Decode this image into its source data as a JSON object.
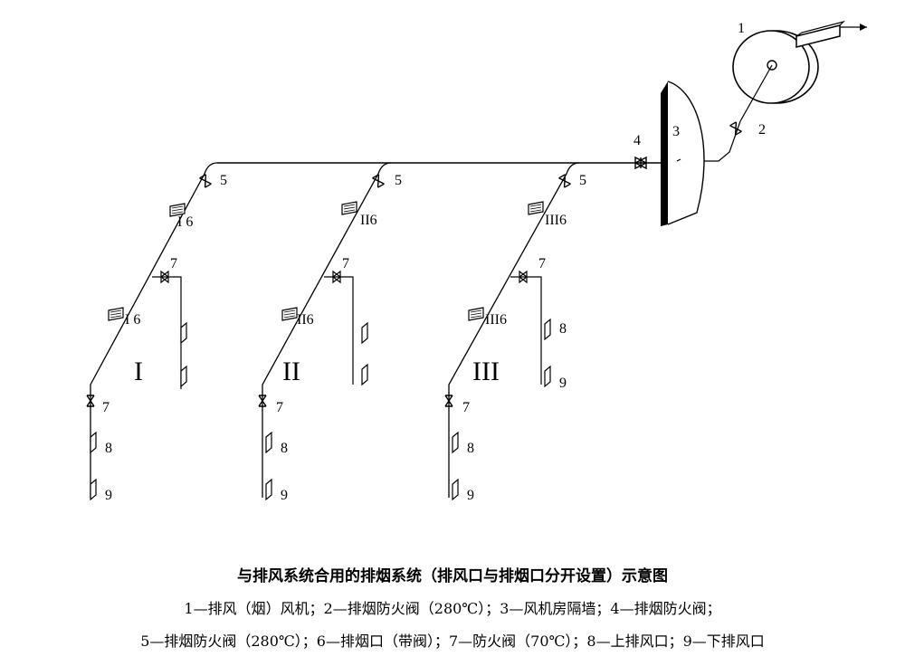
{
  "labels": {
    "fan": "1",
    "fan_damper": "2",
    "wall": "3",
    "main_damper": "4",
    "branch_damper": "5",
    "smoke_outlet": "6",
    "fire_damper": "7",
    "upper_vent": "8",
    "lower_vent": "9"
  },
  "systems": [
    {
      "roman": "I",
      "outlet_label_top": "I 6",
      "outlet_label_low": "I 6"
    },
    {
      "roman": "II",
      "outlet_label_top": "II6",
      "outlet_label_low": "II6"
    },
    {
      "roman": "III",
      "outlet_label_top": "III6",
      "outlet_label_low": "III6"
    }
  ],
  "caption": {
    "title": "与排风系统合用的排烟系统（排风口与排烟口分开设置）示意图",
    "line1": "1—排风（烟）风机；2—排烟防火阀（280℃）；3—风机房隔墙；4—排烟防火阀；",
    "line2": "5—排烟防火阀（280℃）；6—排烟口（带阀）；7—防火阀（70℃）；8—上排风口；9—下排风口"
  }
}
